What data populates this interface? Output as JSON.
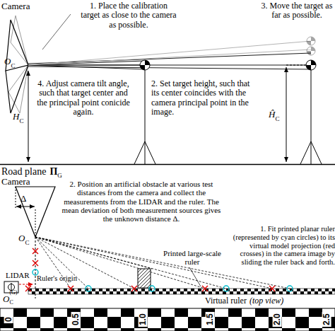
{
  "diagram": {
    "labels": [
      "Camera",
      "1. Place the calibration target as close to the camera as possible.",
      "3. Move the target as far as possible.",
      "O",
      "C",
      "4. Adjust camera tilt angle, such that target center and the principal point conicide again.",
      "2. Set target height, such that its center coincides with the camera principal point in the image.",
      "H",
      "C",
      "Ĥ",
      "C",
      "Road plane",
      "Π",
      "G",
      "Camera",
      "Δ",
      "O",
      "C",
      "2. Position an artificial obstacle at various test distances from the camera and collect the measurements from the LIDAR and the ruler. The mean deviation of both measurement sources gives the unknown distance Δ.",
      "1. Fit printed planar ruler (represented by cyan circles) to its virtual model projection (red crosses) in the camera image by sliding the ruler back and forth.",
      "LIDAR",
      "Ruler's origin",
      "Printed large-scale ruler",
      "O",
      "C",
      "(G)",
      "Virtual ruler",
      "(top view)",
      "0",
      "0.5",
      "1.0",
      "1.5",
      "2.0",
      "2.5"
    ]
  }
}
